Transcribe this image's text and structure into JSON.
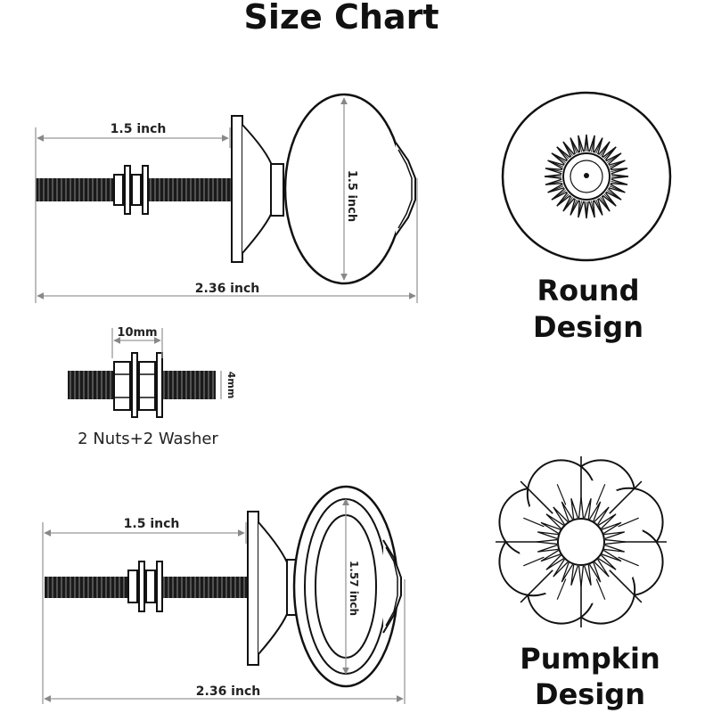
{
  "title": "Size Chart",
  "round_knob": {
    "shaft_length": "1.5 inch",
    "head_diameter": "1.5 inch",
    "total_length": "2.36 inch"
  },
  "hardware": {
    "nut_width": "10mm",
    "thread_diameter": "4mm",
    "caption": "2 Nuts+2 Washer"
  },
  "pumpkin_knob": {
    "shaft_length": "1.5 inch",
    "head_diameter": "1.57 inch",
    "total_length": "2.36 inch"
  },
  "designs": {
    "round_line1": "Round",
    "round_line2": "Design",
    "pumpkin_line1": "Pumpkin",
    "pumpkin_line2": "Design"
  }
}
